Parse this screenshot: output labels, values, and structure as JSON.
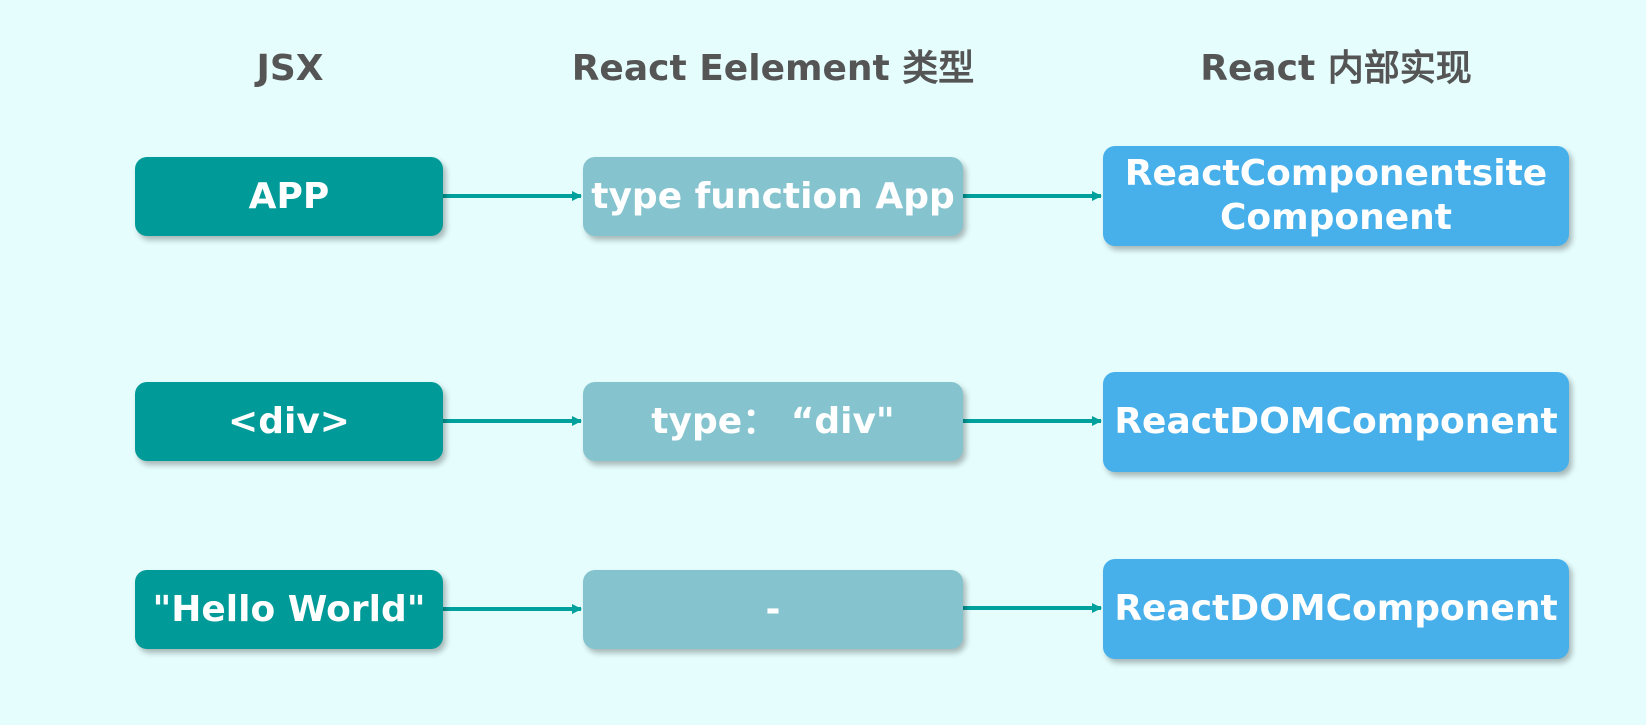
{
  "headers": {
    "jsx": "JSX",
    "element": "React Eelement 类型",
    "impl": "React 内部实现"
  },
  "rows": [
    {
      "jsx": "APP",
      "element": "type function App",
      "impl": "ReactComponentsite\nComponent"
    },
    {
      "jsx": "<div>",
      "element": "type： “div\"",
      "impl": "ReactDOMComponent"
    },
    {
      "jsx": "\"Hello World\"",
      "element": "-",
      "impl": "ReactDOMComponent"
    }
  ],
  "colors": {
    "background": "#e5fdfd",
    "jsx_box": "#009b98",
    "element_box": "#85c4cf",
    "impl_box": "#47b0eb",
    "arrow": "#00a19d",
    "header_text": "#555555"
  }
}
